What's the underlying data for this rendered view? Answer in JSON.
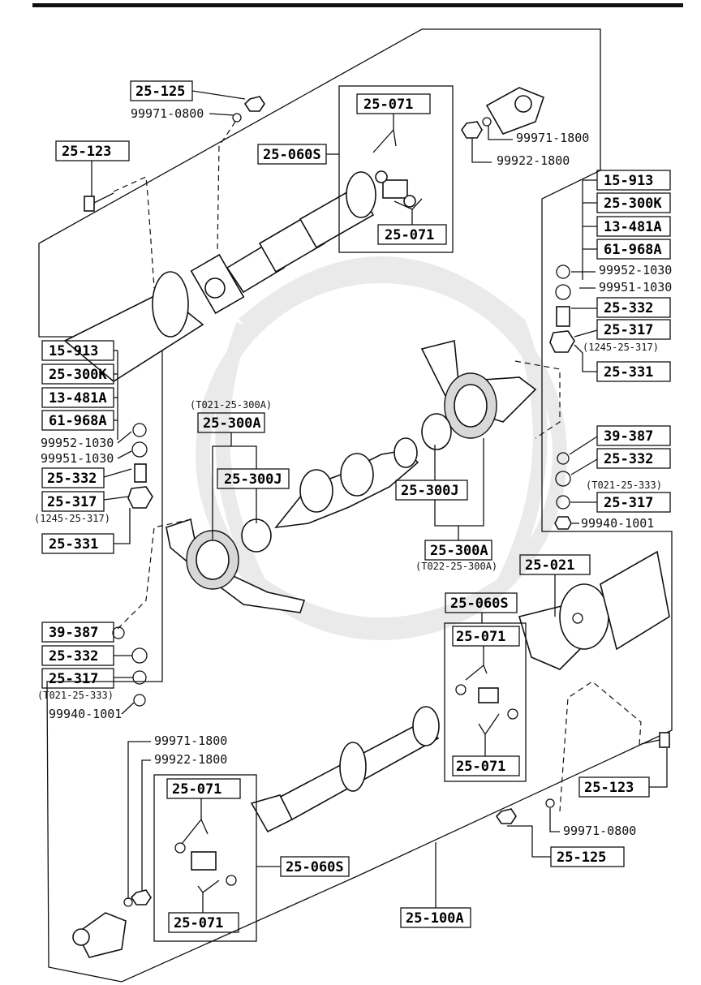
{
  "callouts": {
    "c_25_125_top": "25-125",
    "c_99971_0800_top": "99971-0800",
    "c_25_123_top": "25-123",
    "c_25_071_a": "25-071",
    "c_25_060S_top": "25-060S",
    "c_25_071_b": "25-071",
    "c_99971_1800_top": "99971-1800",
    "c_99922_1800_top": "99922-1800",
    "r_15_913": "15-913",
    "r_25_300K": "25-300K",
    "r_13_481A": "13-481A",
    "r_61_968A": "61-968A",
    "r_99952_1030": "99952-1030",
    "r_99951_1030": "99951-1030",
    "r_25_332": "25-332",
    "r_25_317": "25-317",
    "r_1245": "(1245-25-317)",
    "r_25_331": "25-331",
    "r_39_387": "39-387",
    "r_25_332b": "25-332",
    "r_T021_333": "(T021-25-333)",
    "r_25_317b": "25-317",
    "r_99940_1001": "99940-1001",
    "l_15_913": "15-913",
    "l_25_300K": "25-300K",
    "l_13_481A": "13-481A",
    "l_61_968A": "61-968A",
    "l_99952_1030": "99952-1030",
    "l_99951_1030": "99951-1030",
    "l_25_332": "25-332",
    "l_25_317": "25-317",
    "l_1245": "(1245-25-317)",
    "l_25_331": "25-331",
    "m_T021_300A": "(T021-25-300A)",
    "m_25_300A": "25-300A",
    "m_25_300J": "25-300J",
    "m2_25_300J": "25-300J",
    "m2_25_300A": "25-300A",
    "m2_T022_300A": "(T022-25-300A)",
    "l_39_387": "39-387",
    "l_25_332b": "25-332",
    "l_25_317b": "25-317",
    "l_T021_333": "(T021-25-333)",
    "l_99940_1001": "99940-1001",
    "r_25_021": "25-021",
    "r_25_060S": "25-060S",
    "r_25_071_a": "25-071",
    "r_25_071_b": "25-071",
    "b_99971_1800": "99971-1800",
    "b_99922_1800": "99922-1800",
    "b_25_071_a": "25-071",
    "b_25_060S": "25-060S",
    "b_25_071_b": "25-071",
    "b_25_123": "25-123",
    "b_99971_0800": "99971-0800",
    "b_25_125": "25-125",
    "b_25_100A": "25-100A"
  }
}
